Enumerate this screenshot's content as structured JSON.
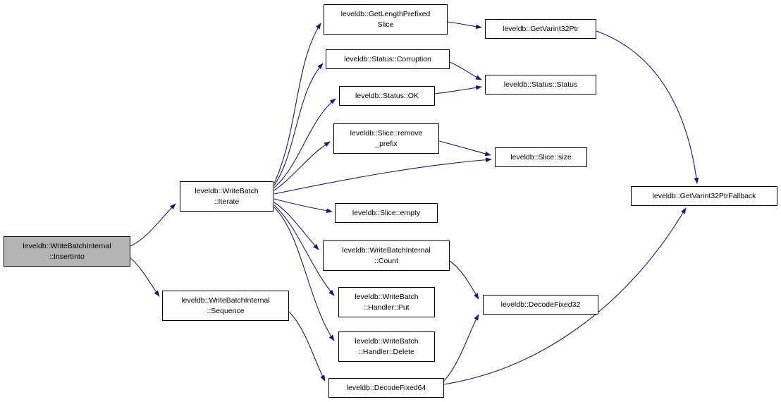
{
  "diagram": {
    "type": "call-graph",
    "colors": {
      "background": "#ffffff",
      "edge_color": "#191970",
      "node_border": "#000000",
      "node_fill": "#ffffff",
      "highlight_fill": "#b3b3b3"
    },
    "nodes": [
      {
        "id": "insertinto",
        "label": "leveldb::WriteBatchInternal\n::InsertInto",
        "highlighted": true
      },
      {
        "id": "iterate",
        "label": "leveldb::WriteBatch\n::Iterate",
        "highlighted": false
      },
      {
        "id": "sequence",
        "label": "leveldb::WriteBatchInternal\n::Sequence",
        "highlighted": false
      },
      {
        "id": "getlengthprefixedslice",
        "label": "leveldb::GetLengthPrefixed\nSlice",
        "highlighted": false
      },
      {
        "id": "corruption",
        "label": "leveldb::Status::Corruption",
        "highlighted": false
      },
      {
        "id": "ok",
        "label": "leveldb::Status::OK",
        "highlighted": false
      },
      {
        "id": "removeprefix",
        "label": "leveldb::Slice::remove\n_prefix",
        "highlighted": false
      },
      {
        "id": "size",
        "label": "leveldb::Slice::size",
        "highlighted": false
      },
      {
        "id": "empty",
        "label": "leveldb::Slice::empty",
        "highlighted": false
      },
      {
        "id": "count",
        "label": "leveldb::WriteBatchInternal\n::Count",
        "highlighted": false
      },
      {
        "id": "handlerput",
        "label": "leveldb::WriteBatch\n::Handler::Put",
        "highlighted": false
      },
      {
        "id": "handlerdelete",
        "label": "leveldb::WriteBatch\n::Handler::Delete",
        "highlighted": false
      },
      {
        "id": "decodefixed64",
        "label": "leveldb::DecodeFixed64",
        "highlighted": false
      },
      {
        "id": "getvarint32ptr",
        "label": "leveldb::GetVarint32Ptr",
        "highlighted": false
      },
      {
        "id": "statusstatus",
        "label": "leveldb::Status::Status",
        "highlighted": false
      },
      {
        "id": "decodefixed32",
        "label": "leveldb::DecodeFixed32",
        "highlighted": false
      },
      {
        "id": "getvarint32ptrfallback",
        "label": "leveldb::GetVarint32PtrFallback",
        "highlighted": false
      }
    ],
    "edges": [
      {
        "from": "insertinto",
        "to": "iterate"
      },
      {
        "from": "insertinto",
        "to": "sequence"
      },
      {
        "from": "iterate",
        "to": "getlengthprefixedslice"
      },
      {
        "from": "iterate",
        "to": "corruption"
      },
      {
        "from": "iterate",
        "to": "ok"
      },
      {
        "from": "iterate",
        "to": "removeprefix"
      },
      {
        "from": "iterate",
        "to": "size"
      },
      {
        "from": "iterate",
        "to": "empty"
      },
      {
        "from": "iterate",
        "to": "count"
      },
      {
        "from": "iterate",
        "to": "handlerput"
      },
      {
        "from": "iterate",
        "to": "handlerdelete"
      },
      {
        "from": "sequence",
        "to": "decodefixed64"
      },
      {
        "from": "getlengthprefixedslice",
        "to": "getvarint32ptr"
      },
      {
        "from": "corruption",
        "to": "statusstatus"
      },
      {
        "from": "ok",
        "to": "statusstatus"
      },
      {
        "from": "removeprefix",
        "to": "size"
      },
      {
        "from": "count",
        "to": "decodefixed32"
      },
      {
        "from": "decodefixed64",
        "to": "decodefixed32"
      },
      {
        "from": "getvarint32ptr",
        "to": "getvarint32ptrfallback"
      },
      {
        "from": "decodefixed64",
        "to": "getvarint32ptrfallback"
      }
    ]
  }
}
